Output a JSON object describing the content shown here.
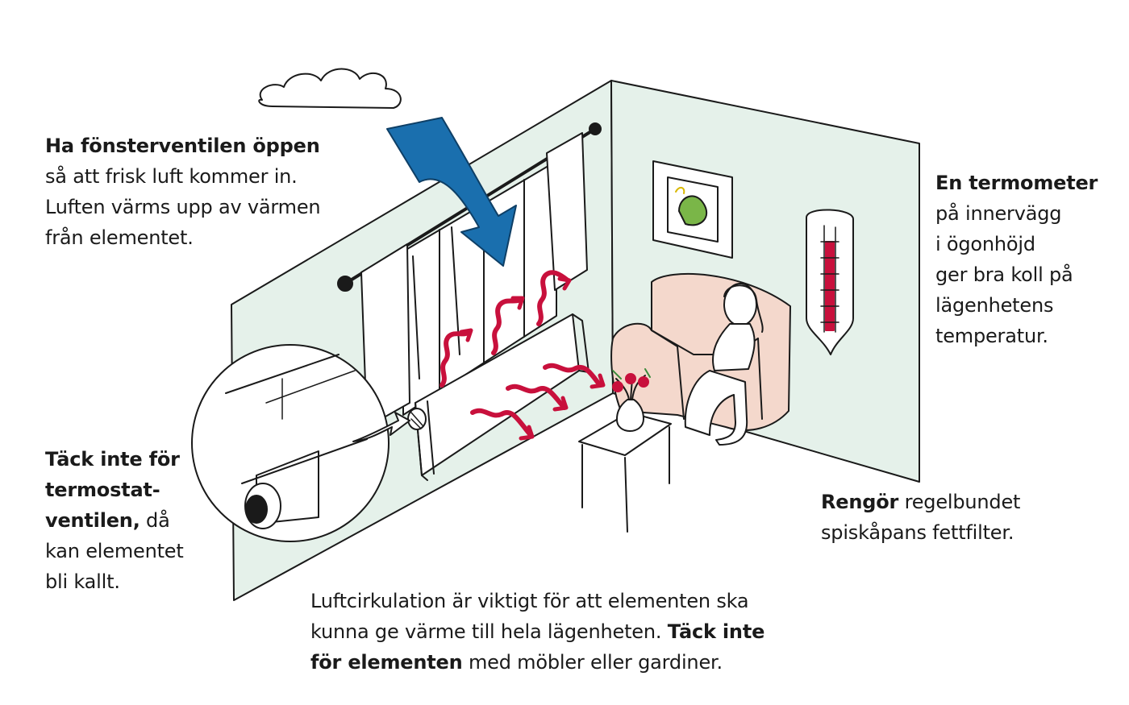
{
  "notes": {
    "ventil": {
      "heading": "Ha fönsterventilen öppen",
      "lines": [
        "så att frisk luft kommer in.",
        "Luften värms upp av värmen",
        "från elementet."
      ]
    },
    "termometer": {
      "heading": "En termometer",
      "lines": [
        "på innervägg",
        "i ögonhöjd",
        "ger bra koll på",
        "lägenhetens",
        "temperatur."
      ]
    },
    "termostat": {
      "heading_1": "Täck inte för",
      "heading_2": "termostat-",
      "heading_3": "ventilen,",
      "rest_3": " då",
      "lines": [
        "kan elementet",
        "bli kallt."
      ]
    },
    "rengor": {
      "bold": "Rengör",
      "rest": " regelbundet",
      "line_2": "spiskåpans fettfilter."
    },
    "luft": {
      "line_1": "Luftcirkulation är viktigt för att elementen ska",
      "line_2a": "kunna ge värme till hela lägenheten. ",
      "line_2b": "Täck inte",
      "line_3a": "för elementen",
      "line_3b": " med möbler eller gardiner."
    }
  },
  "colors": {
    "wall": "#e5f1ea",
    "heat": "#c8103c",
    "airflow": "#1a6fae",
    "sofa": "#f4d8cc",
    "ink": "#1a1a1a"
  }
}
